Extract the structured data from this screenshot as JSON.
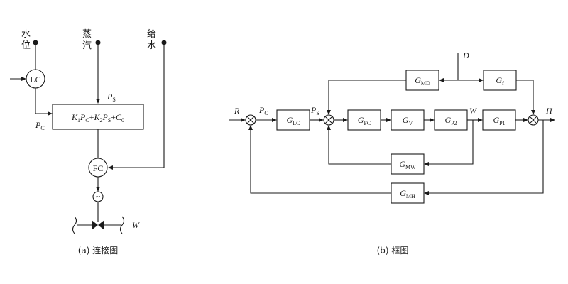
{
  "panel_a": {
    "caption": "(a) 连接图",
    "water_level": [
      "水",
      "位"
    ],
    "steam": [
      "蒸",
      "汽"
    ],
    "feed_water": [
      "给",
      "水"
    ],
    "lc": "LC",
    "fc": "FC",
    "sum_unit": {
      "k1": "K",
      "s1": "1",
      "p1": "P",
      "ps1": "C",
      "plus1": "+",
      "k2": "K",
      "s2": "2",
      "p2": "P",
      "ps2": "S",
      "plus2": "+",
      "c": "C",
      "cs": "0"
    },
    "ps_label": {
      "main": "P",
      "sub": "S"
    },
    "pc_label": {
      "main": "P",
      "sub": "C"
    },
    "w_label": "W",
    "valve_symbol": "~"
  },
  "panel_b": {
    "caption": "(b) 框图",
    "r": "R",
    "h": "H",
    "d": "D",
    "w": "W",
    "pc": {
      "main": "P",
      "sub": "C"
    },
    "ps": {
      "main": "P",
      "sub": "S"
    },
    "minus1": "−",
    "minus2": "−",
    "blocks": {
      "glc": {
        "main": "G",
        "sub": "LC"
      },
      "gfc": {
        "main": "G",
        "sub": "FC"
      },
      "gv": {
        "main": "G",
        "sub": "V"
      },
      "gp2": {
        "main": "G",
        "sub": "P2"
      },
      "gp1": {
        "main": "G",
        "sub": "P1"
      },
      "gmd": {
        "main": "G",
        "sub": "MD"
      },
      "gf": {
        "main": "G",
        "sub": "f"
      },
      "gmw": {
        "main": "G",
        "sub": "MW"
      },
      "gmh": {
        "main": "G",
        "sub": "MH"
      }
    },
    "junction_symbol": "×"
  }
}
